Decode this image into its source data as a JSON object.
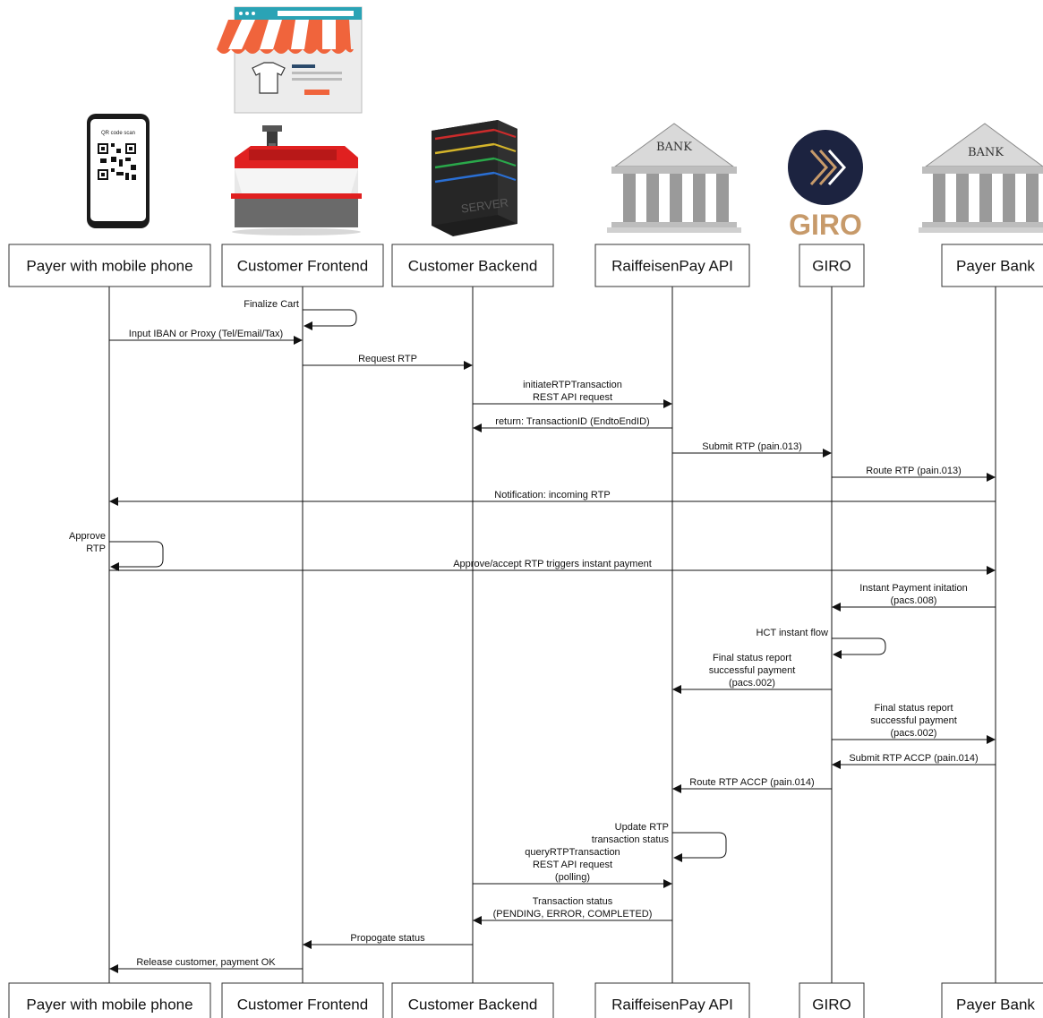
{
  "actors": [
    {
      "id": "payer",
      "label": "Payer with mobile phone",
      "icon": "mobile-phone-qr-icon"
    },
    {
      "id": "frontend",
      "label": "Customer Frontend",
      "icon": "cash-register-shop-icon"
    },
    {
      "id": "backend",
      "label": "Customer Backend",
      "icon": "server-icon"
    },
    {
      "id": "rpay",
      "label": "RaiffeisenPay API",
      "icon": "bank-building-icon"
    },
    {
      "id": "giro",
      "label": "GIRO",
      "icon": "giro-logo-icon"
    },
    {
      "id": "payerbank",
      "label": "Payer Bank",
      "icon": "bank-building-icon"
    }
  ],
  "icons": {
    "bank_text": "BANK",
    "giro_text": "GIRO",
    "server_text": "SERVER",
    "phone_text": "QR code scan"
  },
  "colors": {
    "awning_red": "#f0643c",
    "register_red": "#e02020",
    "giro_navy": "#1c2340",
    "giro_gold": "#c79a6a",
    "server_dark": "#1e1e1e",
    "bank_gray": "#8a8a8a"
  },
  "messages": [
    {
      "from": "frontend",
      "to": "frontend",
      "lines": [
        "Finalize Cart"
      ],
      "self": true
    },
    {
      "from": "payer",
      "to": "frontend",
      "lines": [
        "Input IBAN or Proxy (Tel/Email/Tax)"
      ]
    },
    {
      "from": "frontend",
      "to": "backend",
      "lines": [
        "Request RTP"
      ]
    },
    {
      "from": "backend",
      "to": "rpay",
      "lines": [
        "initiateRTPTransaction",
        "REST API request"
      ]
    },
    {
      "from": "rpay",
      "to": "backend",
      "lines": [
        "return: TransactionID (EndtoEndID)"
      ]
    },
    {
      "from": "rpay",
      "to": "giro",
      "lines": [
        "Submit RTP (pain.013)"
      ]
    },
    {
      "from": "giro",
      "to": "payerbank",
      "lines": [
        "Route RTP (pain.013)"
      ]
    },
    {
      "from": "payerbank",
      "to": "payer",
      "lines": [
        "Notification: incoming RTP"
      ]
    },
    {
      "from": "payer",
      "to": "payer",
      "lines": [
        "Approve",
        "RTP"
      ],
      "self": true
    },
    {
      "from": "payer",
      "to": "payerbank",
      "lines": [
        "Approve/accept RTP triggers instant payment"
      ]
    },
    {
      "from": "payerbank",
      "to": "giro",
      "lines": [
        "Instant Payment initation",
        "(pacs.008)"
      ]
    },
    {
      "from": "giro",
      "to": "giro",
      "lines": [
        "HCT instant flow"
      ],
      "self": true
    },
    {
      "from": "giro",
      "to": "rpay",
      "lines": [
        "Final status report",
        "successful payment",
        "(pacs.002)"
      ]
    },
    {
      "from": "giro",
      "to": "payerbank",
      "lines": [
        "Final status report",
        "successful payment",
        "(pacs.002)"
      ]
    },
    {
      "from": "payerbank",
      "to": "giro",
      "lines": [
        "Submit RTP ACCP (pain.014)"
      ]
    },
    {
      "from": "giro",
      "to": "rpay",
      "lines": [
        "Route RTP ACCP (pain.014)"
      ]
    },
    {
      "from": "rpay",
      "to": "rpay",
      "lines": [
        "Update RTP",
        "transaction status"
      ],
      "self": true
    },
    {
      "from": "backend",
      "to": "rpay",
      "lines": [
        "queryRTPTransaction",
        "REST API request",
        "(polling)"
      ]
    },
    {
      "from": "rpay",
      "to": "backend",
      "lines": [
        "Transaction status",
        "(PENDING, ERROR, COMPLETED)"
      ]
    },
    {
      "from": "backend",
      "to": "frontend",
      "lines": [
        "Propogate status"
      ]
    },
    {
      "from": "frontend",
      "to": "payer",
      "lines": [
        "Release customer, payment OK"
      ]
    }
  ]
}
